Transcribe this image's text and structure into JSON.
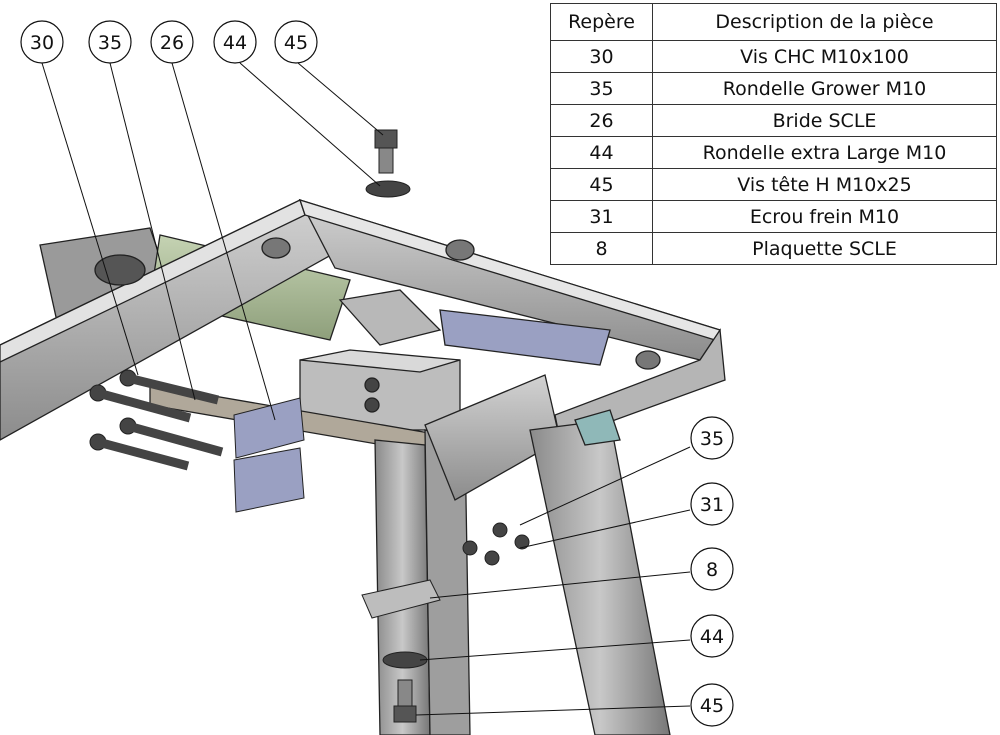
{
  "parts_table": {
    "headers": [
      "Repère",
      "Description de la pièce"
    ],
    "rows": [
      [
        "30",
        "Vis CHC M10x100"
      ],
      [
        "35",
        "Rondelle Grower M10"
      ],
      [
        "26",
        "Bride SCLE"
      ],
      [
        "44",
        "Rondelle extra Large M10"
      ],
      [
        "45",
        "Vis tête H M10x25"
      ],
      [
        "31",
        "Ecrou frein M10"
      ],
      [
        "8",
        "Plaquette SCLE"
      ]
    ]
  },
  "balloons_top": [
    "30",
    "35",
    "26",
    "44",
    "45"
  ],
  "balloons_right": [
    "35",
    "31",
    "8",
    "44",
    "45"
  ],
  "colors": {
    "frame_grey": "#a9a9a9",
    "cylinder_green": "#a8b994",
    "cap_lilac": "#9aa0c2",
    "line_dark": "#222222"
  }
}
